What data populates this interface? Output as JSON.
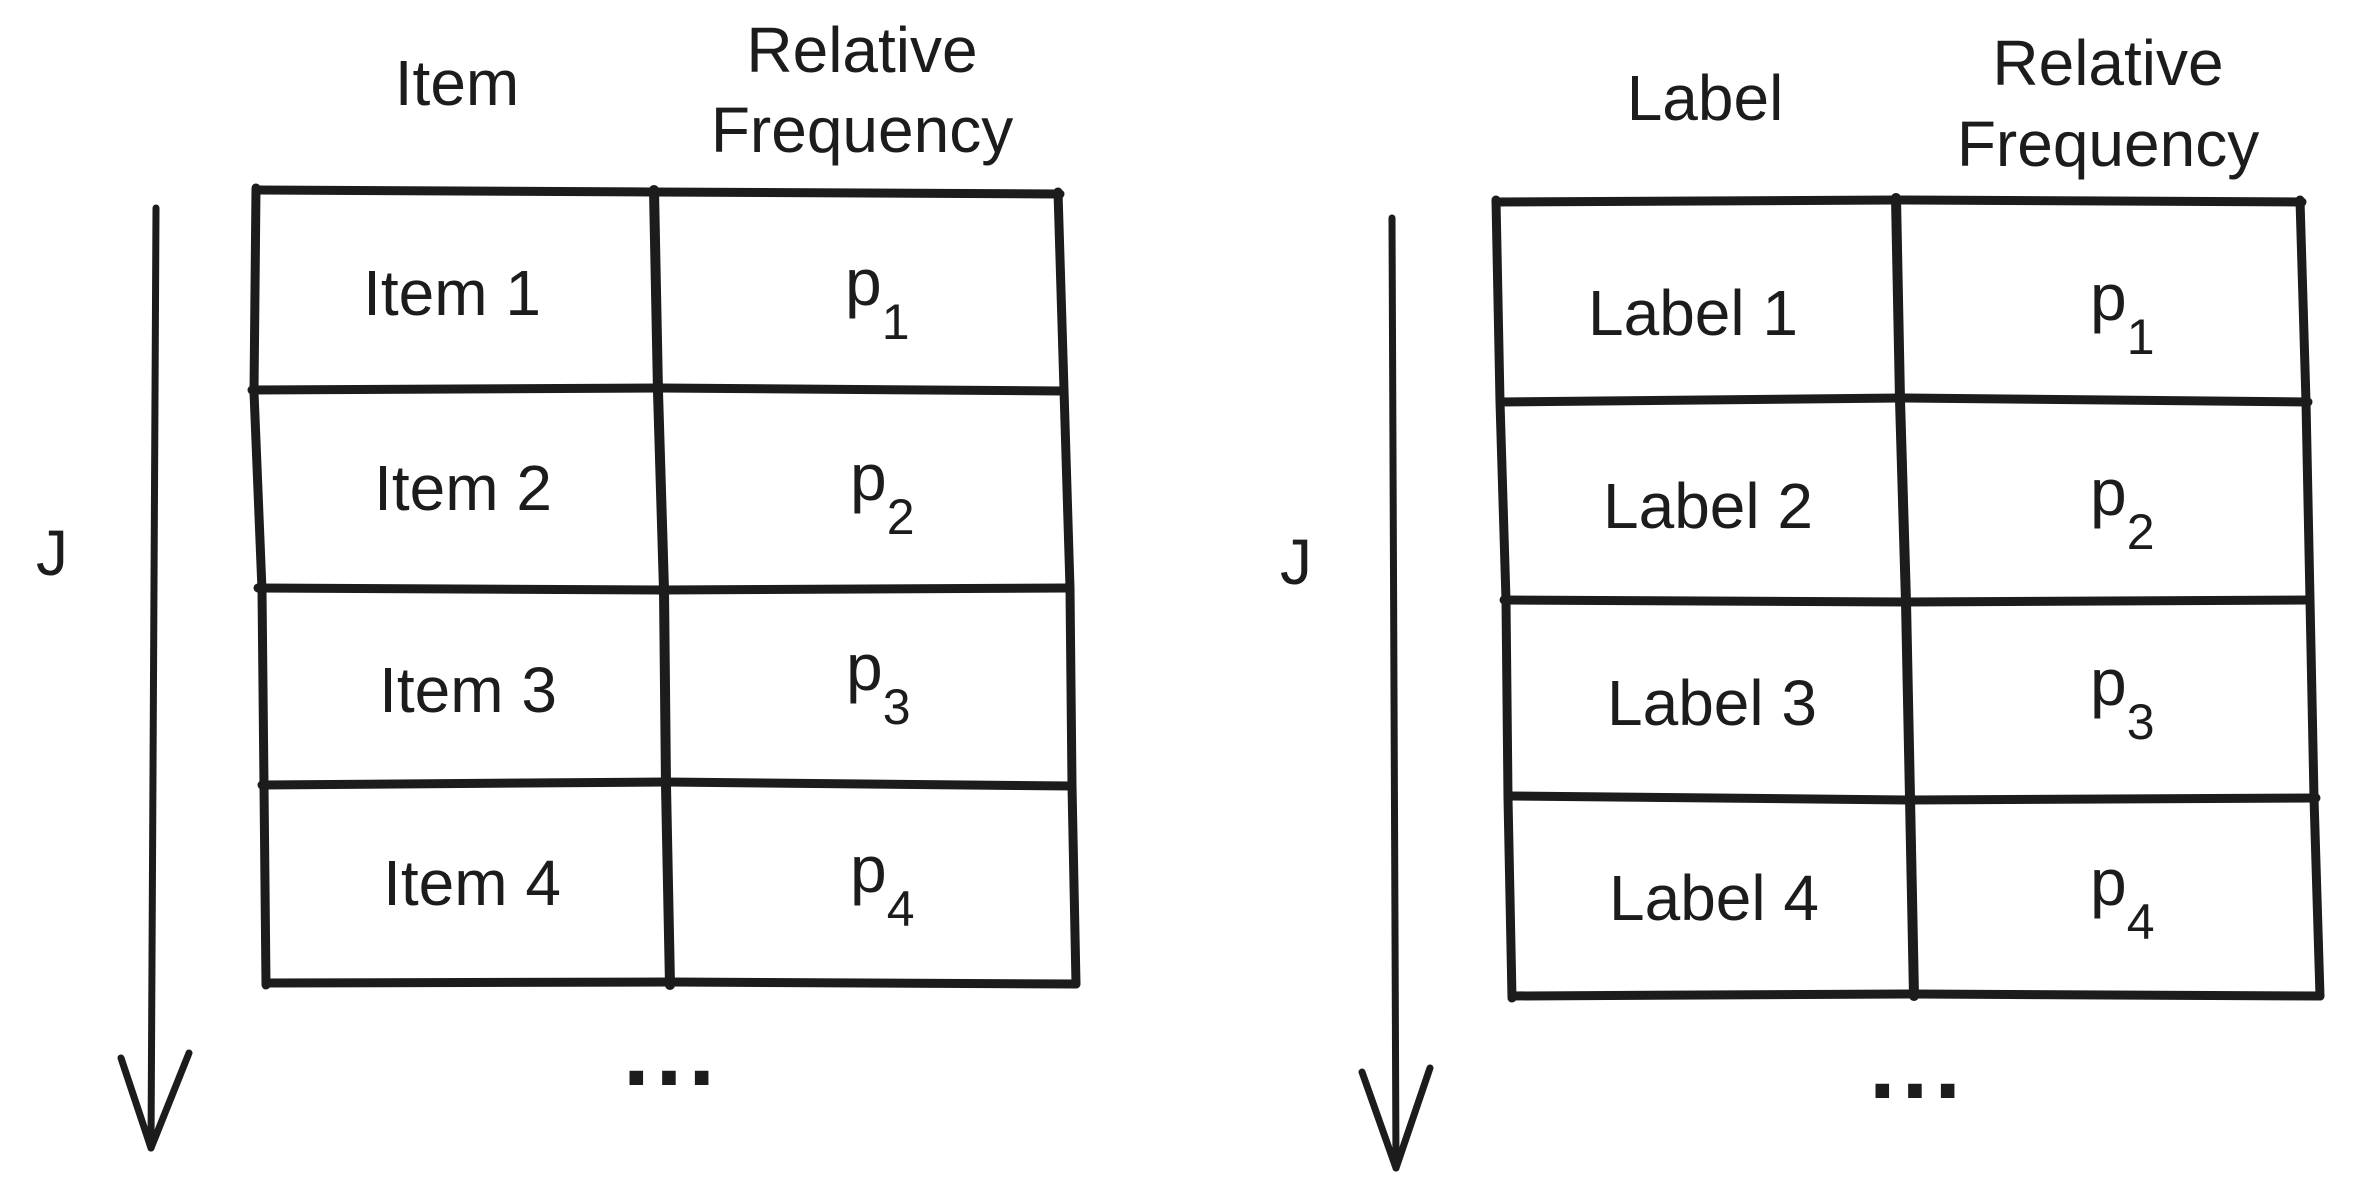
{
  "tables": [
    {
      "headers": [
        "Item",
        "Relative",
        "Frequency"
      ],
      "axis_label": "J",
      "rows": [
        {
          "name": "Item 1",
          "p": "p",
          "sub": "1"
        },
        {
          "name": "Item 2",
          "p": "p",
          "sub": "2"
        },
        {
          "name": "Item 3",
          "p": "p",
          "sub": "3"
        },
        {
          "name": "Item 4",
          "p": "p",
          "sub": "4"
        }
      ],
      "ellipsis": "..."
    },
    {
      "headers": [
        "Label",
        "Relative",
        "Frequency"
      ],
      "axis_label": "J",
      "rows": [
        {
          "name": "Label 1",
          "p": "p",
          "sub": "1"
        },
        {
          "name": "Label 2",
          "p": "p",
          "sub": "2"
        },
        {
          "name": "Label 3",
          "p": "p",
          "sub": "3"
        },
        {
          "name": "Label 4",
          "p": "p",
          "sub": "4"
        }
      ],
      "ellipsis": "..."
    }
  ]
}
